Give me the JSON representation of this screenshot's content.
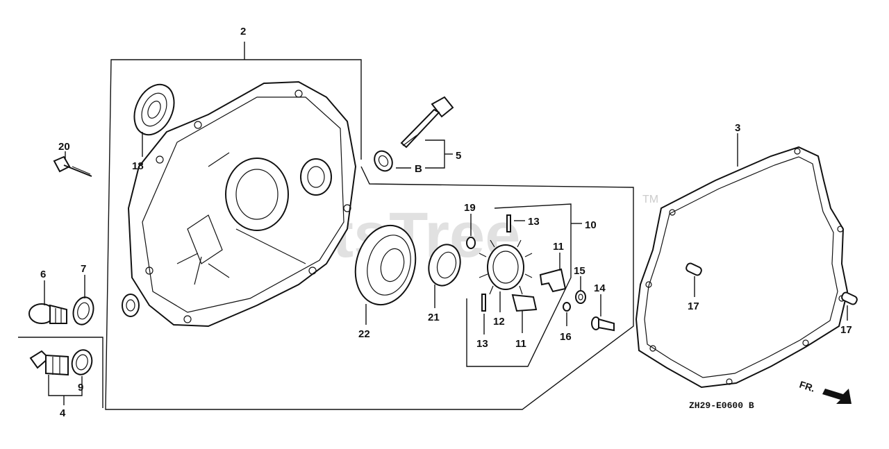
{
  "watermark": {
    "text": "PartsTree",
    "tm": "TM"
  },
  "diagram_code": "ZH29-E0600 B",
  "direction_label": "FR.",
  "callouts": {
    "c2": "2",
    "c3": "3",
    "c18": "18",
    "c20": "20",
    "c5": "5",
    "cB": "B",
    "c19": "19",
    "c13a": "13",
    "c10": "10",
    "c11a": "11",
    "c15": "15",
    "c14": "14",
    "c16": "16",
    "c11b": "11",
    "c12": "12",
    "c13b": "13",
    "c21": "21",
    "c22": "22",
    "c6": "6",
    "c7": "7",
    "c9": "9",
    "c4": "4",
    "c17a": "17",
    "c17b": "17"
  }
}
